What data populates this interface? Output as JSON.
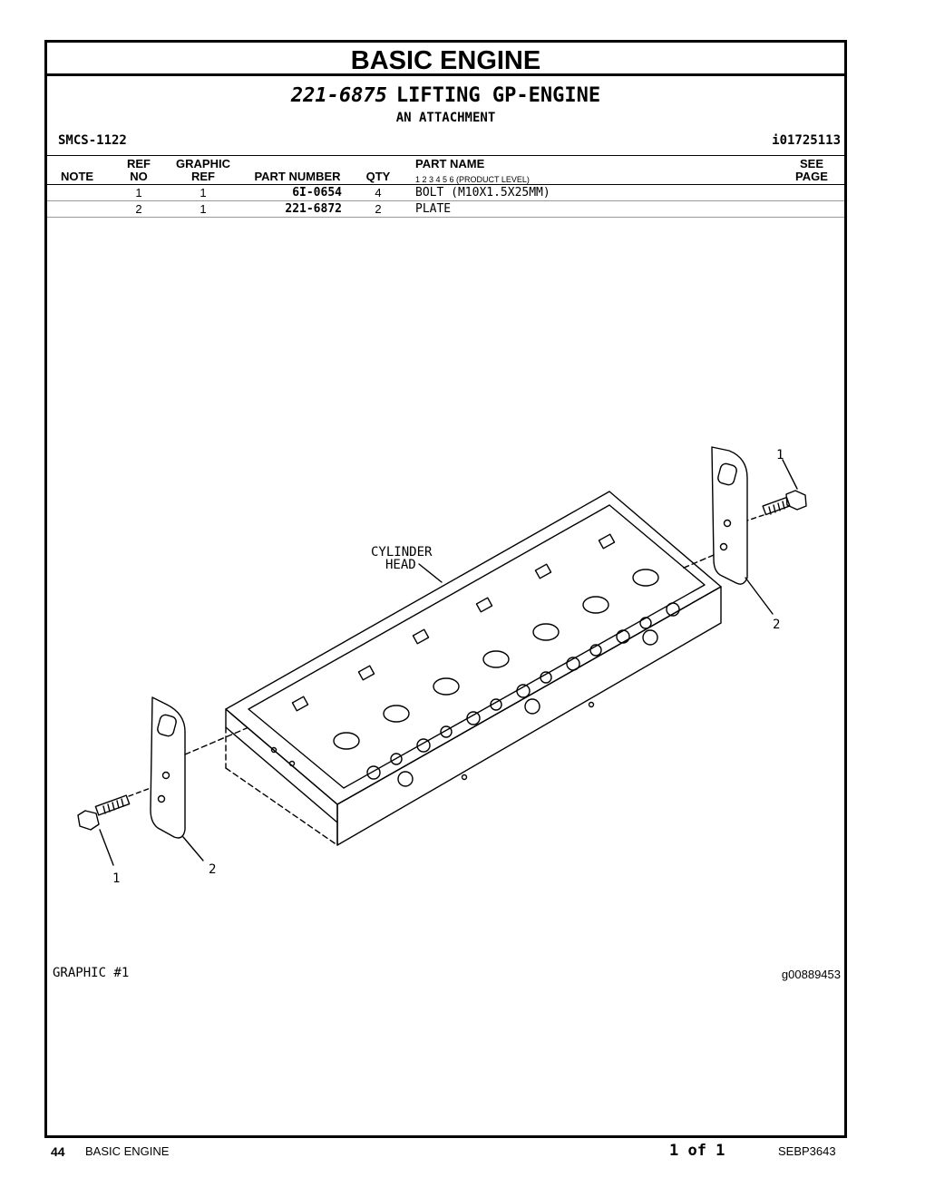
{
  "header": {
    "section_title": "BASIC ENGINE",
    "group_part_number": "221-6875",
    "group_name": "LIFTING GP-ENGINE",
    "attachment_note": "AN ATTACHMENT",
    "smcs": "SMCS-1122",
    "illustration_id": "i01725113"
  },
  "table": {
    "headers": {
      "note": "NOTE",
      "ref_no_top": "REF",
      "ref_no_bottom": "NO",
      "graphic_ref_top": "GRAPHIC",
      "graphic_ref_bottom": "REF",
      "part_number": "PART NUMBER",
      "qty": "QTY",
      "part_name": "PART NAME",
      "product_levels": "1 2 3 4 5 6 (PRODUCT LEVEL)",
      "see_page_top": "SEE",
      "see_page_bottom": "PAGE"
    },
    "rows": [
      {
        "ref_no": "1",
        "graphic_ref": "1",
        "part_number": "6I-0654",
        "qty": "4",
        "part_name": "BOLT (M10X1.5X25MM)"
      },
      {
        "ref_no": "2",
        "graphic_ref": "1",
        "part_number": "221-6872",
        "qty": "2",
        "part_name": "PLATE"
      }
    ]
  },
  "illustration": {
    "callout_label_line1": "CYLINDER",
    "callout_label_line2": "HEAD",
    "callouts": [
      "1",
      "2",
      "2",
      "1"
    ],
    "graphic_label": "GRAPHIC #1",
    "graphic_id": "g00889453"
  },
  "footer": {
    "page_number": "44",
    "section": "BASIC ENGINE",
    "page_of": "1 of 1",
    "doc_number": "SEBP3643"
  }
}
